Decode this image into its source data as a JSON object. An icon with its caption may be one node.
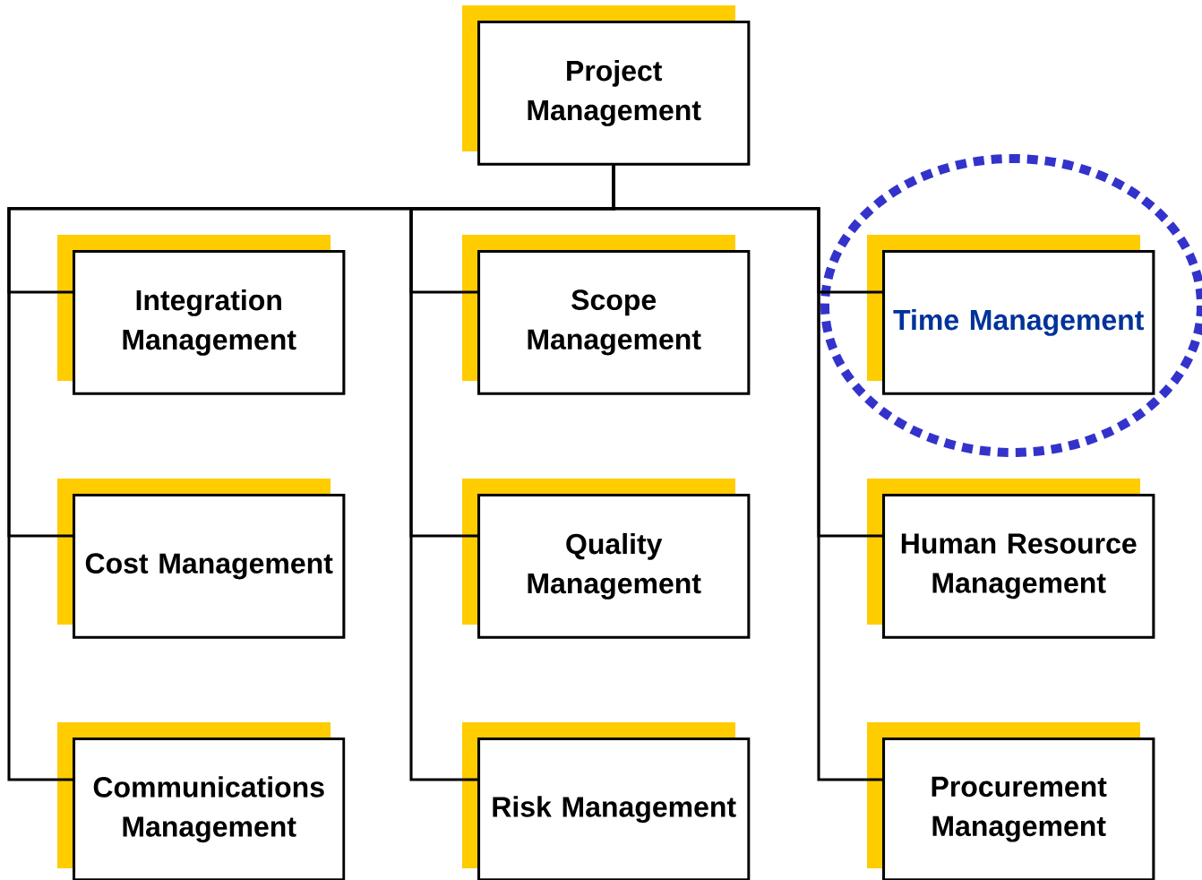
{
  "diagram": {
    "nodes": [
      {
        "text": [
          "Project Management"
        ]
      },
      {
        "text": [
          "Integration Management"
        ]
      },
      {
        "text": [
          "Scope Management"
        ]
      },
      {
        "text": [
          "Time Management"
        ]
      },
      {
        "text": [
          "Cost Management"
        ]
      },
      {
        "text": [
          "Quality Management"
        ]
      },
      {
        "text": [
          "Human Resource Management"
        ]
      },
      {
        "text": [
          "Communications Management"
        ]
      },
      {
        "text": [
          "Risk Management"
        ]
      },
      {
        "text": [
          "Procurement Management"
        ]
      }
    ],
    "edges": [
      {
        "from": 0,
        "to": 1,
        "arrow": "none"
      },
      {
        "from": 0,
        "to": 2,
        "arrow": "none"
      },
      {
        "from": 0,
        "to": 3,
        "arrow": "none"
      },
      {
        "from": 0,
        "to": 4,
        "arrow": "none"
      },
      {
        "from": 0,
        "to": 5,
        "arrow": "none"
      },
      {
        "from": 0,
        "to": 6,
        "arrow": "none"
      },
      {
        "from": 0,
        "to": 7,
        "arrow": "none"
      },
      {
        "from": 0,
        "to": 8,
        "arrow": "none"
      },
      {
        "from": 0,
        "to": 9,
        "arrow": "none"
      }
    ]
  }
}
